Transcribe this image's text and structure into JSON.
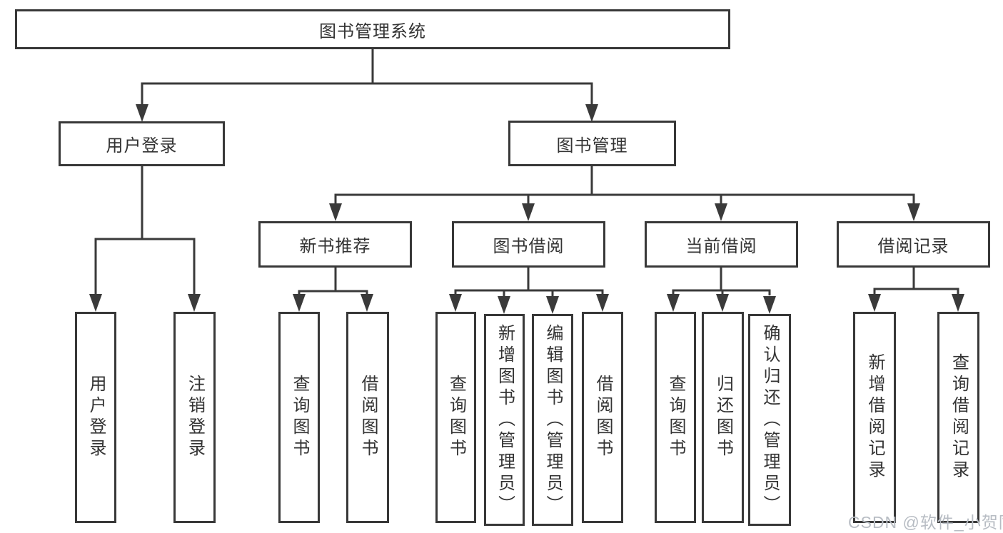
{
  "root": {
    "label": "图书管理系统"
  },
  "branches": [
    {
      "label": "用户登录",
      "leaves": [
        {
          "label": "用户登录"
        },
        {
          "label": "注销登录"
        }
      ]
    },
    {
      "label": "图书管理",
      "sections": [
        {
          "label": "新书推荐",
          "leaves": [
            {
              "label": "查询图书"
            },
            {
              "label": "借阅图书"
            }
          ]
        },
        {
          "label": "图书借阅",
          "leaves": [
            {
              "label": "查询图书"
            },
            {
              "label": "新增图书（管理员）"
            },
            {
              "label": "编辑图书（管理员）"
            },
            {
              "label": "借阅图书"
            }
          ]
        },
        {
          "label": "当前借阅",
          "leaves": [
            {
              "label": "查询图书"
            },
            {
              "label": "归还图书"
            },
            {
              "label": "确认归还（管理员）"
            }
          ]
        },
        {
          "label": "借阅记录",
          "leaves": [
            {
              "label": "新增借阅记录"
            },
            {
              "label": "查询借阅记录"
            }
          ]
        }
      ]
    }
  ],
  "watermark": "CSDN @软件_小贺同学",
  "colors": {
    "line": "#3a3a3a",
    "border": "#383838",
    "text": "#333333",
    "watermark_text": "#b7bcc3",
    "background": "#ffffff"
  }
}
